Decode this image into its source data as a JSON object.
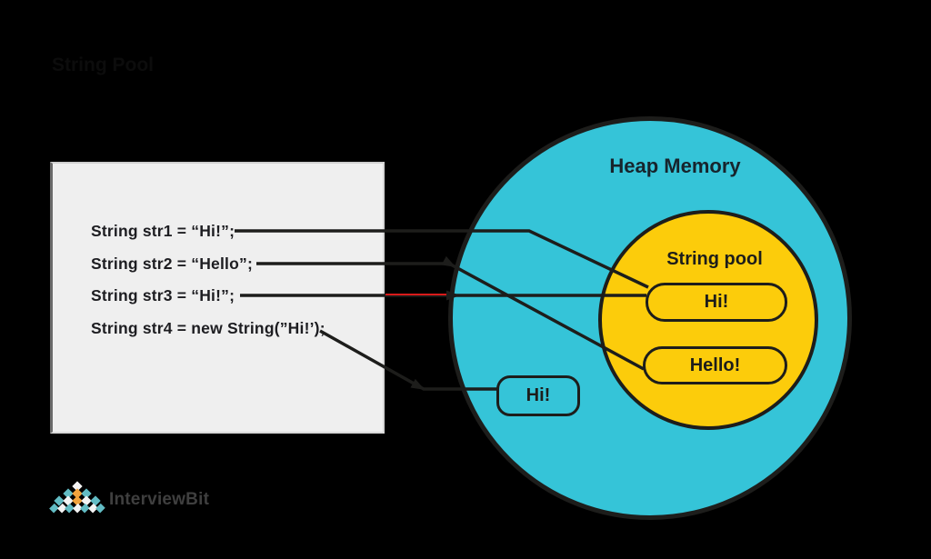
{
  "hidden_title": "String Pool",
  "code_panel": {
    "lines": [
      "String str1 = “Hi!”;",
      "String str2 = “Hello”;",
      "String str3 = “Hi!”;",
      "String str4 = new String(”Hi!’);"
    ]
  },
  "heap": {
    "label": "Heap Memory",
    "direct_item": "Hi!",
    "pool": {
      "label": "String pool",
      "items": [
        "Hi!",
        "Hello!"
      ]
    }
  },
  "logo": {
    "text": "InterviewBit"
  },
  "colors": {
    "background": "#000000",
    "heap_fill": "#35c4d8",
    "pool_fill": "#fccc0b",
    "stroke": "#1d1d1b",
    "panel_fill": "#efefef",
    "red_line_segment": "#d81a1a",
    "logo_teal": "#62bcc4",
    "logo_orange": "#f2a33c"
  }
}
